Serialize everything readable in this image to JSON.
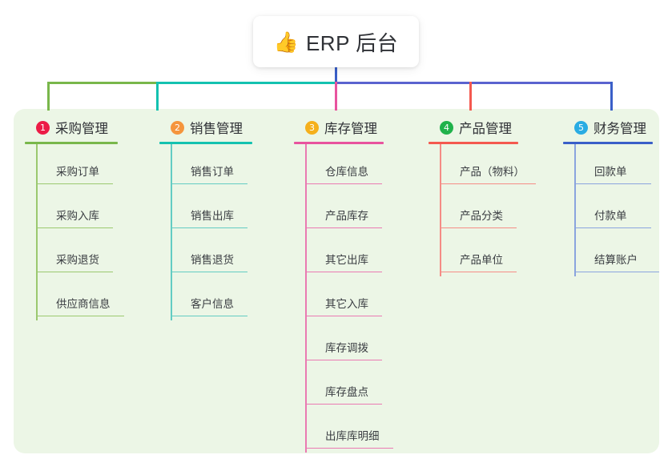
{
  "diagram": {
    "type": "mindmap-tree",
    "root": {
      "icon": "thumbs-up-emoji",
      "emoji": "👍",
      "title": "ERP 后台"
    },
    "panel_color": "#ecf6e6",
    "branches": [
      {
        "number": "1",
        "title": "采购管理",
        "badge_color": "#ec1c46",
        "line_color": "#79b74b",
        "leaf_line_color": "#9bc96f",
        "items": [
          {
            "label": "采购订单"
          },
          {
            "label": "采购入库"
          },
          {
            "label": "采购退货"
          },
          {
            "label": "供应商信息"
          }
        ]
      },
      {
        "number": "2",
        "title": "销售管理",
        "badge_color": "#f5953d",
        "line_color": "#14c2b0",
        "leaf_line_color": "#63ccc3",
        "items": [
          {
            "label": "销售订单"
          },
          {
            "label": "销售出库"
          },
          {
            "label": "销售退货"
          },
          {
            "label": "客户信息"
          }
        ]
      },
      {
        "number": "3",
        "title": "库存管理",
        "badge_color": "#f5b01c",
        "line_color": "#e8539e",
        "leaf_line_color": "#ea7ab2",
        "items": [
          {
            "label": "仓库信息"
          },
          {
            "label": "产品库存"
          },
          {
            "label": "其它出库"
          },
          {
            "label": "其它入库"
          },
          {
            "label": "库存调拨"
          },
          {
            "label": "库存盘点"
          },
          {
            "label": "出库库明细"
          }
        ]
      },
      {
        "number": "4",
        "title": "产品管理",
        "badge_color": "#20b24b",
        "line_color": "#f4594f",
        "leaf_line_color": "#f58c86",
        "items": [
          {
            "label": "产品（物料）"
          },
          {
            "label": "产品分类"
          },
          {
            "label": "产品单位"
          }
        ]
      },
      {
        "number": "5",
        "title": "财务管理",
        "badge_color": "#29ace3",
        "line_color": "#3a5fc8",
        "leaf_line_color": "#8aa4de",
        "items": [
          {
            "label": "回款单"
          },
          {
            "label": "付款单"
          },
          {
            "label": "结算账户"
          }
        ]
      }
    ],
    "connectors": {
      "stem_color": "#3a5fc8",
      "bar_segments": [
        {
          "color": "#79b74b"
        },
        {
          "color": "#14c2b0"
        },
        {
          "color": "#5a63cf"
        }
      ]
    }
  }
}
